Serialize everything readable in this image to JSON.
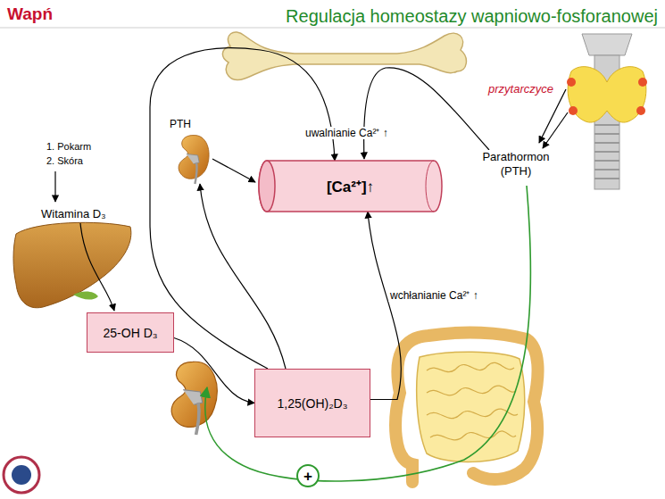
{
  "diagram": {
    "title": "Regulacja homeostazy wapniowo-fosforanowej",
    "nodes": [
      {
        "text": [
          "[Ca²⁺]↑"
        ]
      },
      {
        "text": [
          "25-OH D₃"
        ]
      },
      {
        "text": [
          "1,25(OH)₂D₃"
        ]
      },
      {
        "text": [
          "+"
        ]
      }
    ],
    "edges": [
      {
        "from": 1,
        "to": 2,
        "arrow": "to"
      },
      {
        "from": 2,
        "to": 0,
        "arrow": "to"
      },
      {
        "from": 2,
        "to": 0,
        "arrow": "to"
      }
    ],
    "labels": [
      "Wapń",
      "PTH",
      "uwalnianie Ca²⁺ ↑",
      "przytarczyce",
      "1. Pokarm",
      "2. Skóra",
      "Parathormon (PTH)",
      "Witamina D₃",
      "wchłanianie Ca²⁺ ↑"
    ]
  }
}
